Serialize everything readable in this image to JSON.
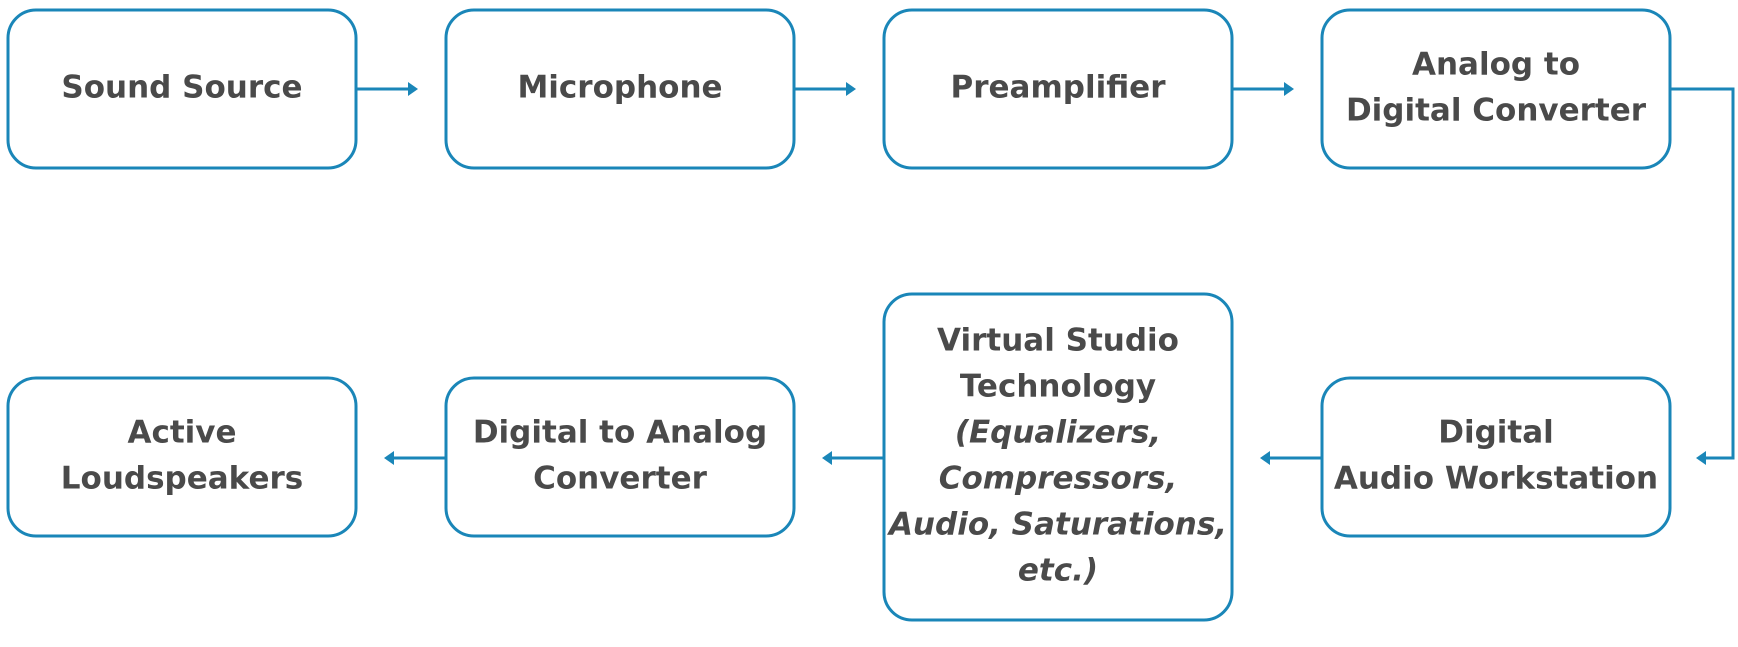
{
  "colors": {
    "box_stroke": "#1a86b8",
    "arrow": "#1a86b8",
    "text": "#4a4a4a",
    "background": "#ffffff"
  },
  "nodes": [
    {
      "id": "sound-source",
      "lines": [
        "Sound Source"
      ]
    },
    {
      "id": "microphone",
      "lines": [
        "Microphone"
      ]
    },
    {
      "id": "preamplifier",
      "lines": [
        "Preamplifier"
      ]
    },
    {
      "id": "analog-to-digital-converter",
      "lines": [
        "Analog to",
        "Digital Converter"
      ]
    },
    {
      "id": "digital-audio-workstation",
      "lines": [
        "Digital",
        "Audio Workstation"
      ]
    },
    {
      "id": "virtual-studio-technology",
      "lines": [
        "Virtual Studio",
        "Technology"
      ],
      "detail_lines": [
        "(Equalizers,",
        "Compressors,",
        "Audio, Saturations,",
        "etc.)"
      ]
    },
    {
      "id": "digital-to-analog-converter",
      "lines": [
        "Digital to Analog",
        "Converter"
      ]
    },
    {
      "id": "active-loudspeakers",
      "lines": [
        "Active",
        "Loudspeakers"
      ]
    }
  ],
  "edges": [
    {
      "from": "sound-source",
      "to": "microphone"
    },
    {
      "from": "microphone",
      "to": "preamplifier"
    },
    {
      "from": "preamplifier",
      "to": "analog-to-digital-converter"
    },
    {
      "from": "analog-to-digital-converter",
      "to": "digital-audio-workstation"
    },
    {
      "from": "digital-audio-workstation",
      "to": "virtual-studio-technology"
    },
    {
      "from": "virtual-studio-technology",
      "to": "digital-to-analog-converter"
    },
    {
      "from": "digital-to-analog-converter",
      "to": "active-loudspeakers"
    }
  ]
}
